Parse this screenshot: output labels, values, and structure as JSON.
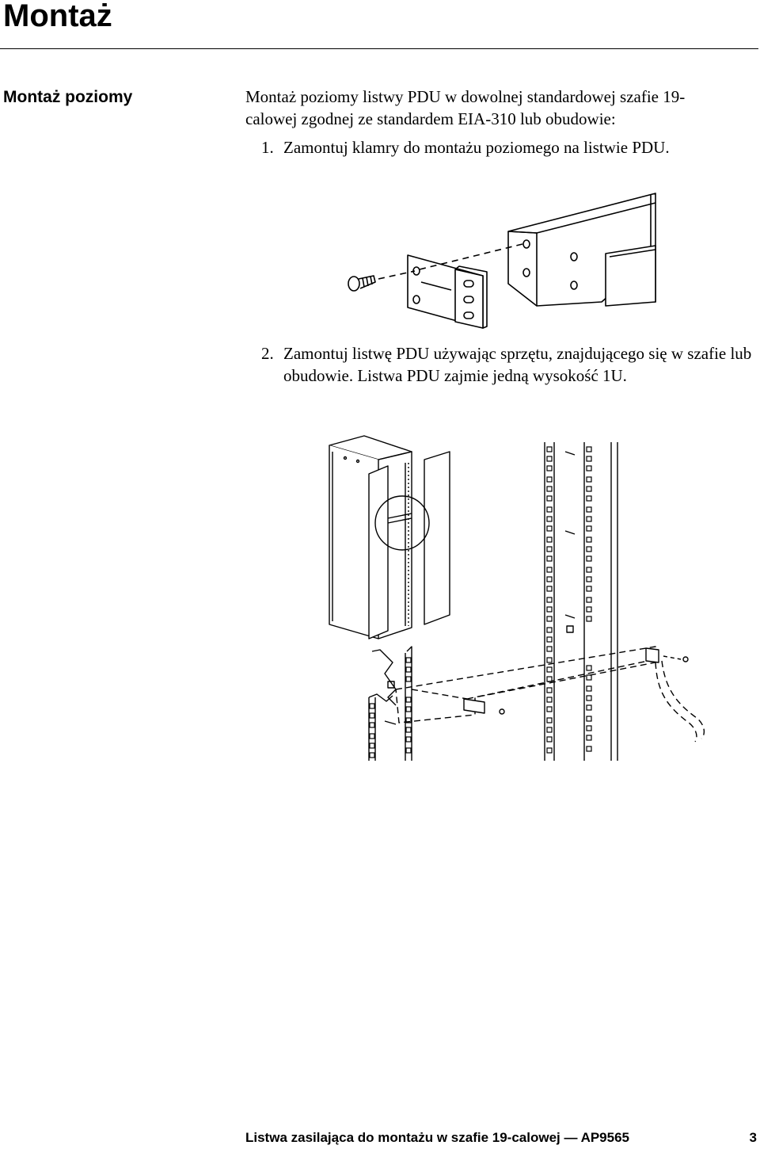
{
  "page": {
    "title": "Montaż",
    "section_heading": "Montaż poziomy",
    "intro": "Montaż poziomy listwy PDU w dowolnej standardowej szafie 19-calowej zgodnej ze standardem EIA-310 lub obudowie:",
    "steps": [
      {
        "number": "1.",
        "text": "Zamontuj klamry do montażu poziomego na listwie PDU."
      },
      {
        "number": "2.",
        "text": "Zamontuj listwę PDU używając sprzętu, znajdującego się w szafie lub obudowie. Listwa PDU zajmie jedną wysokość 1U."
      }
    ]
  },
  "footer": {
    "text": "Listwa zasilająca do montażu w szafie 19-calowej — AP9565",
    "page_number": "3"
  }
}
